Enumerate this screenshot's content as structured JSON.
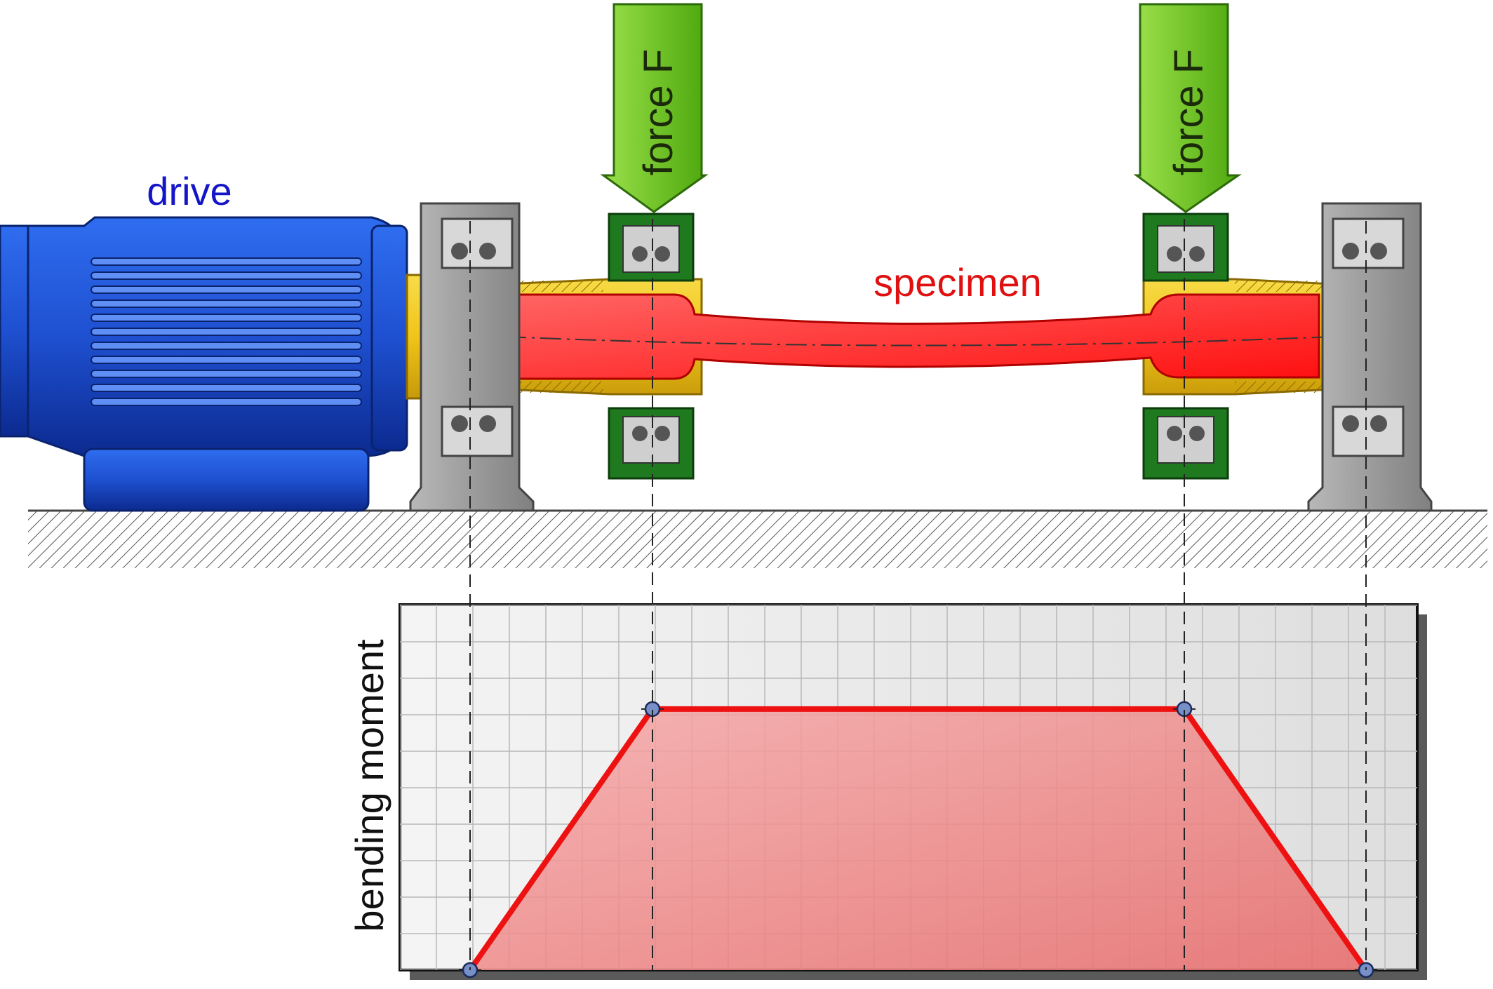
{
  "labels": {
    "drive": "drive",
    "specimen": "specimen",
    "force_left": "force F",
    "force_right": "force F",
    "y_axis": "bending moment"
  },
  "colors": {
    "drive": "#1f4fc8",
    "specimen": "#ff2020",
    "force_arrow": "#6cc21e",
    "shaft": "#f0c419",
    "bearing_housing": "#1f7a1f",
    "support": "#9a9a9a",
    "moment_line": "#ee1111",
    "moment_fill": "#f28c8c"
  },
  "chart_data": {
    "type": "area",
    "title": "",
    "xlabel": "",
    "ylabel": "bending moment",
    "grid": true,
    "x": [
      0,
      1,
      4,
      5
    ],
    "y": [
      0,
      1,
      1,
      0
    ],
    "ylim": [
      0,
      1.4
    ]
  }
}
